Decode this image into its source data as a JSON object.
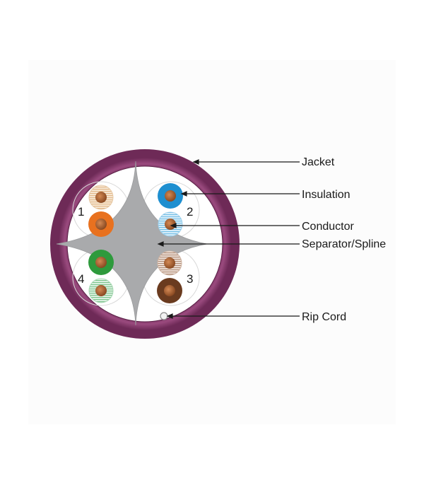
{
  "labels": {
    "jacket": "Jacket",
    "insulation": "Insulation",
    "conductor": "Conductor",
    "separator": "Separator/Spline",
    "rip_cord": "Rip Cord"
  },
  "pairs": [
    {
      "number": "1",
      "solid_color": "#e8711f",
      "stripe_color": "#f2dcc0"
    },
    {
      "number": "2",
      "solid_color": "#1e8fd0",
      "stripe_color": "#b8ddf0"
    },
    {
      "number": "3",
      "solid_color": "#6a3b1f",
      "stripe_color": "#d8c0b0"
    },
    {
      "number": "4",
      "solid_color": "#2e9a3c",
      "stripe_color": "#c4e4cc"
    }
  ],
  "colors": {
    "jacket": "#8b3a6e",
    "separator": "#a9aaac",
    "copper": "#b06a3a",
    "leader_line": "#1a1a1a"
  }
}
